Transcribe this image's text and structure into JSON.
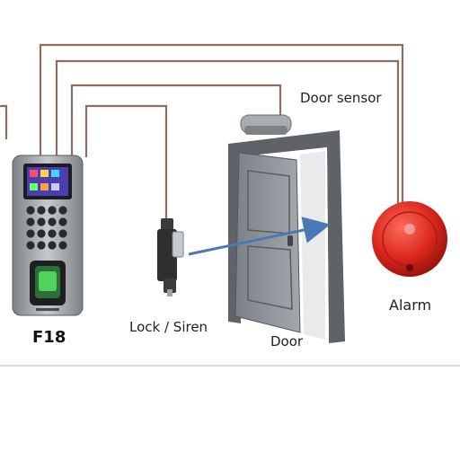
{
  "labels": {
    "door_sensor": "Door sensor",
    "alarm": "Alarm",
    "lock_siren": "Lock / Siren",
    "door": "Door",
    "device_model": "F18"
  },
  "colors": {
    "wire": "#8b6f5c",
    "terminal_body": "#9ea2a6",
    "door_frame": "#5f6368",
    "door_leaf": "#8a8f95",
    "arrow": "#4a78b5",
    "alarm_red": "#d9261c",
    "lock_body": "#2e2f31"
  },
  "icons": {
    "terminal": "fingerprint-terminal-icon",
    "sensor": "door-sensor-icon",
    "alarm": "alarm-bell-icon",
    "lock": "electric-lock-icon"
  }
}
